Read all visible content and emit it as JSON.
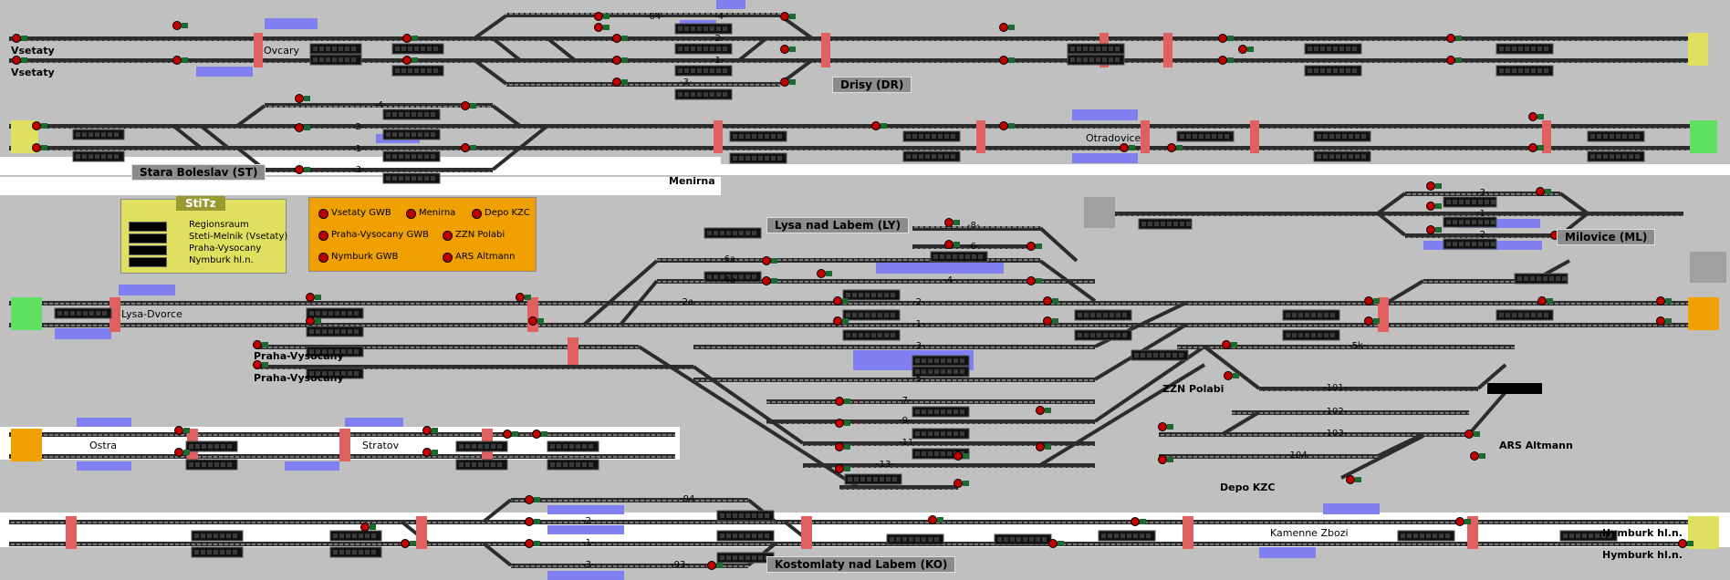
{
  "app": {
    "title": "Railway interlocking panel"
  },
  "stations": {
    "stara_boleslav": "Stara Boleslav (ST)",
    "drisy": "Drisy (DR)",
    "menirna": "Menirna",
    "lysa": "Lysa nad Labem (LY)",
    "milovice": "Milovice (ML)",
    "zzn_polabi": "ZZN Polabi",
    "ars_altmann": "ARS Altmann",
    "depo_kzc": "Depo KZC",
    "kostomlaty": "Kostomlaty nad Labem (KO)",
    "vsetaty_1": "Vsetaty",
    "vsetaty_2": "Vsetaty",
    "praha_vysocany_1": "Praha-Vysocany",
    "praha_vysocany_2": "Praha-Vysocany",
    "hymburk_1": "Hymburk hl.n.",
    "hymburk_2": "Hymburk hl.n."
  },
  "zones": {
    "ovcary": "Ovcary",
    "otradovice": "Otradovice",
    "lysa_dvorce": "Lysa-Dvorce",
    "ostra": "Ostra",
    "stratov": "Stratov",
    "kamenne_zbozi": "Kamenne Zbozi"
  },
  "stitz": {
    "title": "StiTz",
    "items": [
      "Regionsraum",
      "Steti-Melnik (Vsetaty)",
      "Praha-Vysocany",
      "Nymburk hl.n."
    ]
  },
  "gwb": {
    "items": [
      "Vsetaty GWB",
      "Menirna",
      "Depo KZC",
      "Praha-Vysocany GWB",
      "ZZN Polabi",
      "Nymburk GWB",
      "ARS Altmann"
    ]
  },
  "track_numbers": {
    "drisy": [
      "-04-",
      "-4-",
      "-2-",
      "-1-",
      "-3-"
    ],
    "stara": [
      "-4-",
      "-2-",
      "-1-",
      "-3-"
    ],
    "lysa": [
      "-8-",
      "-6-",
      "-6a-",
      "-4a-",
      "-4-",
      "-2a-",
      "-2-",
      "-1-",
      "-3-",
      "-5-",
      "-7-",
      "-9-",
      "-11-",
      "-13-"
    ],
    "milovice": [
      "-3-",
      "-1-",
      "-2-"
    ],
    "zzn": [
      "-5k-",
      "-101-",
      "-102-",
      "-103-",
      "-104-"
    ],
    "kostomlaty": [
      "-94-",
      "-2-",
      "-1-",
      "-3-",
      "-93-"
    ]
  },
  "colors": {
    "background": "#c0c0c0",
    "track": "#303030",
    "track_edge": "#f0f0f0",
    "signal_red": "#c00000",
    "highlight_blue": "#8080f0",
    "boundary_red": "#e06060",
    "end_yellow": "#e0e060",
    "end_green": "#60e060",
    "end_orange": "#f0a000",
    "stitz_bg": "#e0e060",
    "gwb_bg": "#f0a000"
  }
}
